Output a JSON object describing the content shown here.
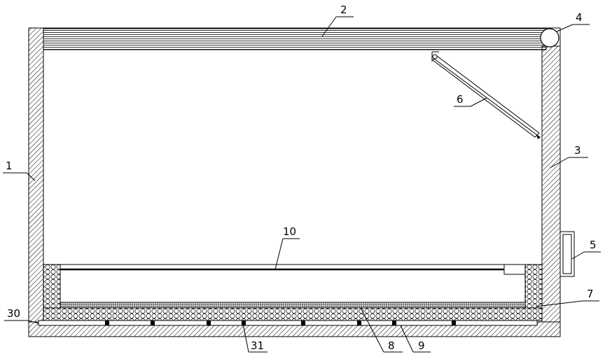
{
  "labels": {
    "l1": "1",
    "l2": "2",
    "l3": "3",
    "l4": "4",
    "l5": "5",
    "l6": "6",
    "l7": "7",
    "l8": "8",
    "l9": "9",
    "l10": "10",
    "l30": "30",
    "l31": "31"
  }
}
